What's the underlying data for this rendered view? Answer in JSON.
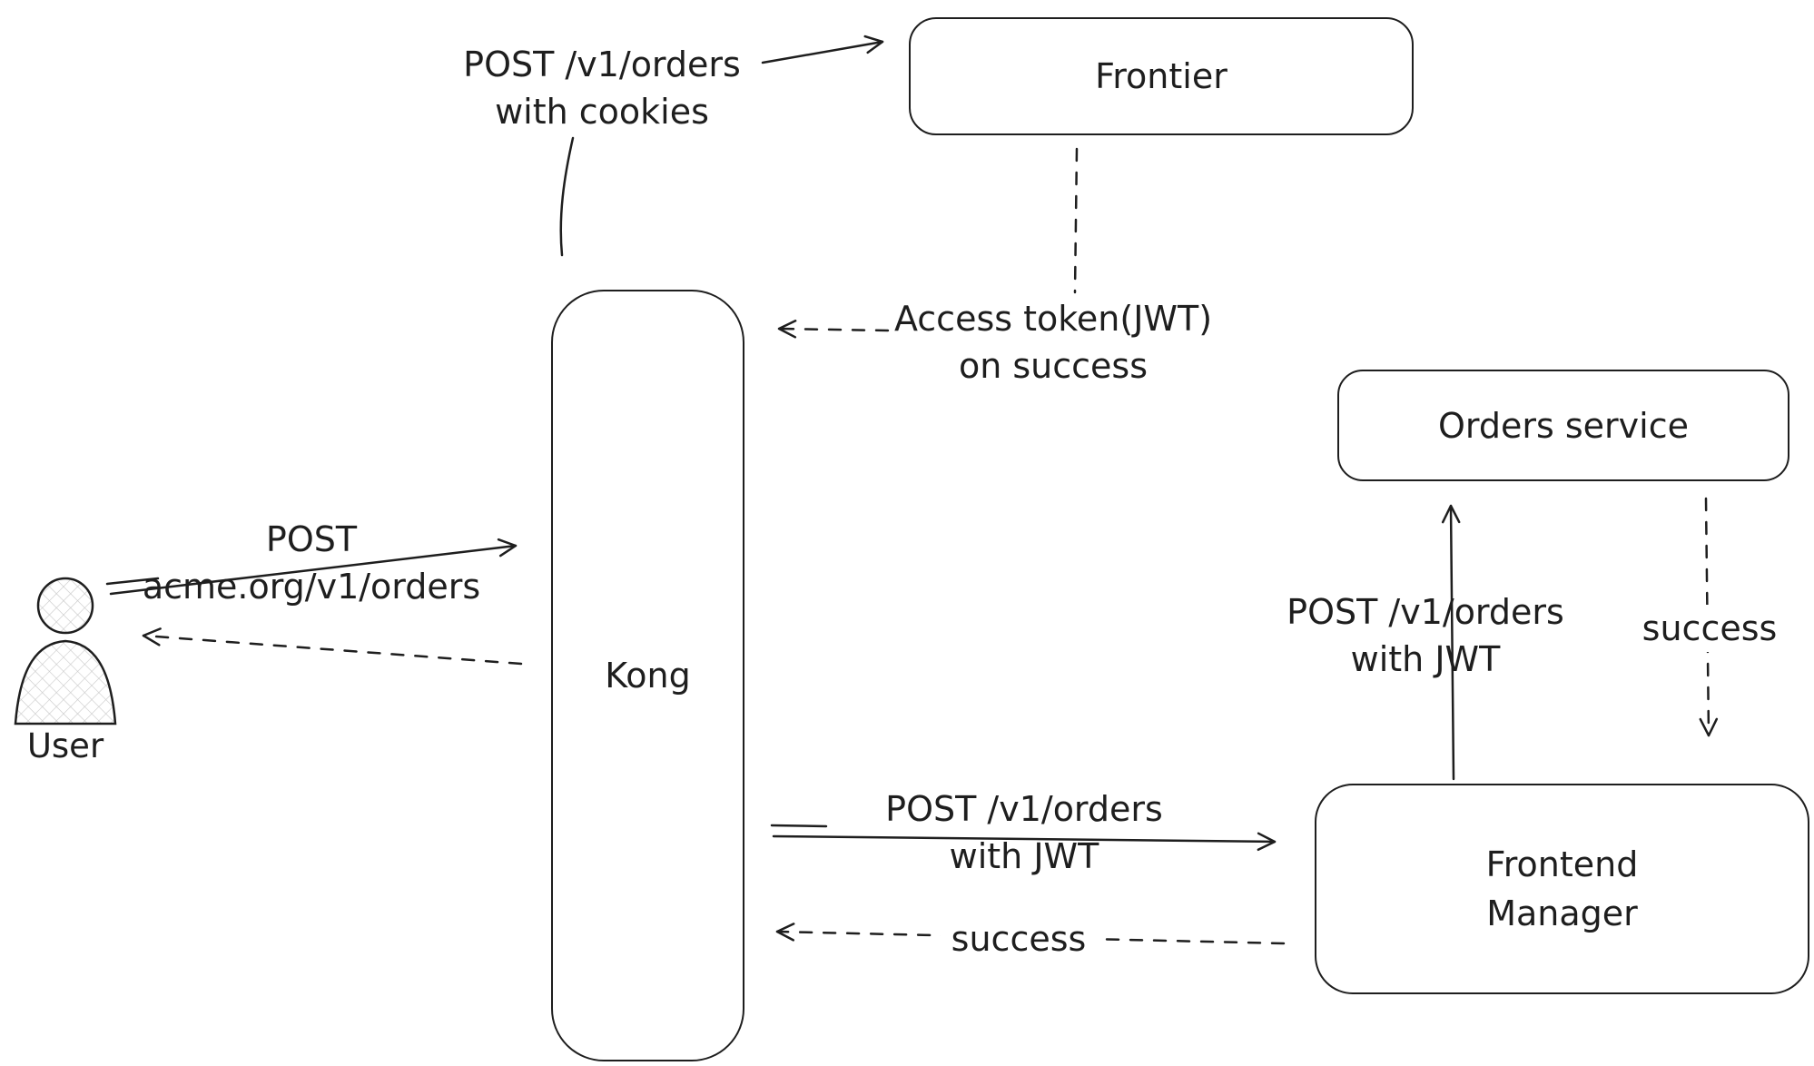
{
  "canvas": {
    "background": "#ffffff",
    "stroke_color": "#1e1e1e",
    "text_color": "#1e1e1e"
  },
  "nodes": {
    "frontier": {
      "label": "Frontier"
    },
    "kong": {
      "label": "Kong"
    },
    "orders_service": {
      "label": "Orders service"
    },
    "frontend_manager": {
      "line1": "Frontend",
      "line2": "Manager"
    },
    "user": {
      "label": "User"
    }
  },
  "edges": {
    "kong_to_frontier": {
      "line1": "POST /v1/orders",
      "line2": "with cookies",
      "style": "solid-arrow"
    },
    "frontier_to_kong": {
      "line1": "Access token(JWT)",
      "line2": "on success",
      "style": "dashed-arrow"
    },
    "user_to_kong": {
      "line1": "POST",
      "line2": "acme.org/v1/orders",
      "style": "solid-arrow"
    },
    "kong_to_user": {
      "style": "dashed-arrow"
    },
    "kong_to_frontend_manager": {
      "line1": "POST /v1/orders",
      "line2": "with JWT",
      "style": "solid-arrow"
    },
    "frontend_manager_to_kong": {
      "label": "success",
      "style": "dashed-arrow"
    },
    "frontend_manager_to_orders": {
      "line1": "POST /v1/orders",
      "line2": "with JWT",
      "style": "solid-arrow"
    },
    "orders_to_frontend_manager": {
      "label": "success",
      "style": "dashed-arrow"
    }
  }
}
